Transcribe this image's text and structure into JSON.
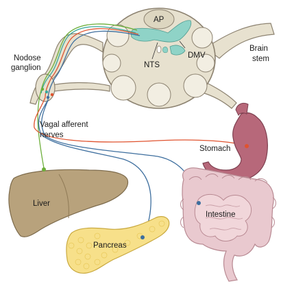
{
  "labels": {
    "ap": "AP",
    "nts": "NTS",
    "dmv": "DMV",
    "brain_stem_line1": "Brain",
    "brain_stem_line2": "stem",
    "nodose_line1": "Nodose",
    "nodose_line2": "ganglion",
    "vagal_line1": "Vagal afferent",
    "vagal_line2": "nerves",
    "stomach": "Stomach",
    "liver": "Liver",
    "intestine": "Intestine",
    "pancreas": "Pancreas"
  },
  "colors": {
    "nerve_tissue": "#e7e1cf",
    "nerve_outline": "#8c8270",
    "nts_teal": "#8fd3c7",
    "liver": "#b8a27c",
    "stomach": "#b7687a",
    "intestine": "#e9c9cf",
    "pancreas": "#f7e08a",
    "fiber_green": "#6cae3a",
    "fiber_red": "#e0532f",
    "fiber_blue": "#3d6e9e",
    "fiber_teal": "#3aa99c"
  }
}
